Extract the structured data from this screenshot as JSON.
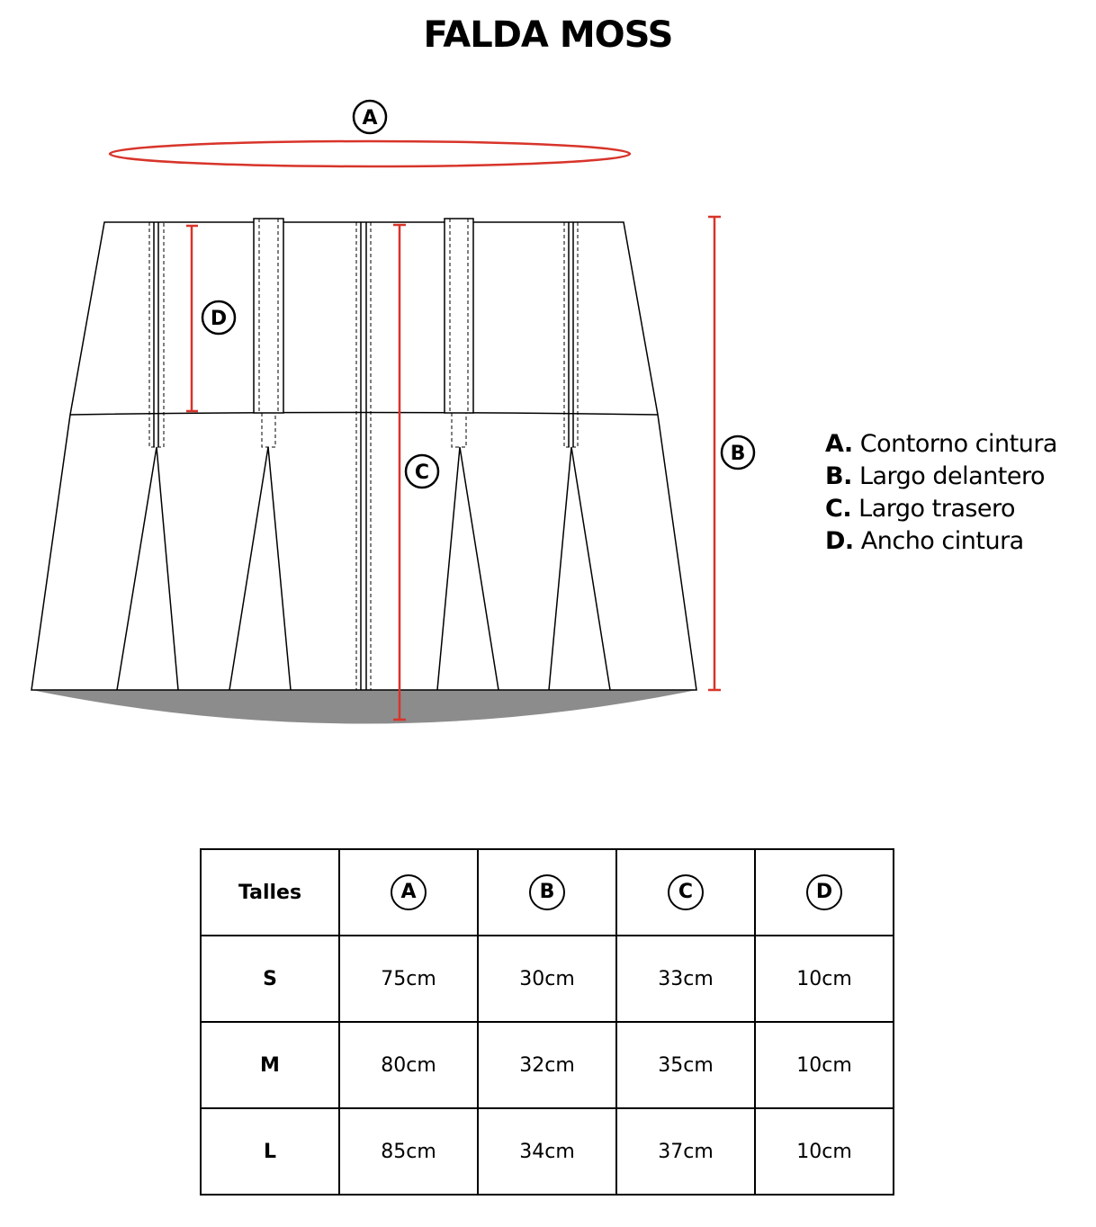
{
  "title": "FALDA MOSS",
  "markers": {
    "a": "A",
    "b": "B",
    "c": "C",
    "d": "D"
  },
  "legend": [
    {
      "key": "A.",
      "label": "Contorno cintura"
    },
    {
      "key": "B.",
      "label": "Largo delantero"
    },
    {
      "key": "C.",
      "label": "Largo trasero"
    },
    {
      "key": "D.",
      "label": "Ancho cintura"
    }
  ],
  "colors": {
    "measure": "#d8342a",
    "hem": "#8c8c8c"
  },
  "table": {
    "header": [
      "Talles",
      "A",
      "B",
      "C",
      "D"
    ],
    "rows": [
      [
        "S",
        "75cm",
        "30cm",
        "33cm",
        "10cm"
      ],
      [
        "M",
        "80cm",
        "32cm",
        "35cm",
        "10cm"
      ],
      [
        "L",
        "85cm",
        "34cm",
        "37cm",
        "10cm"
      ]
    ]
  }
}
